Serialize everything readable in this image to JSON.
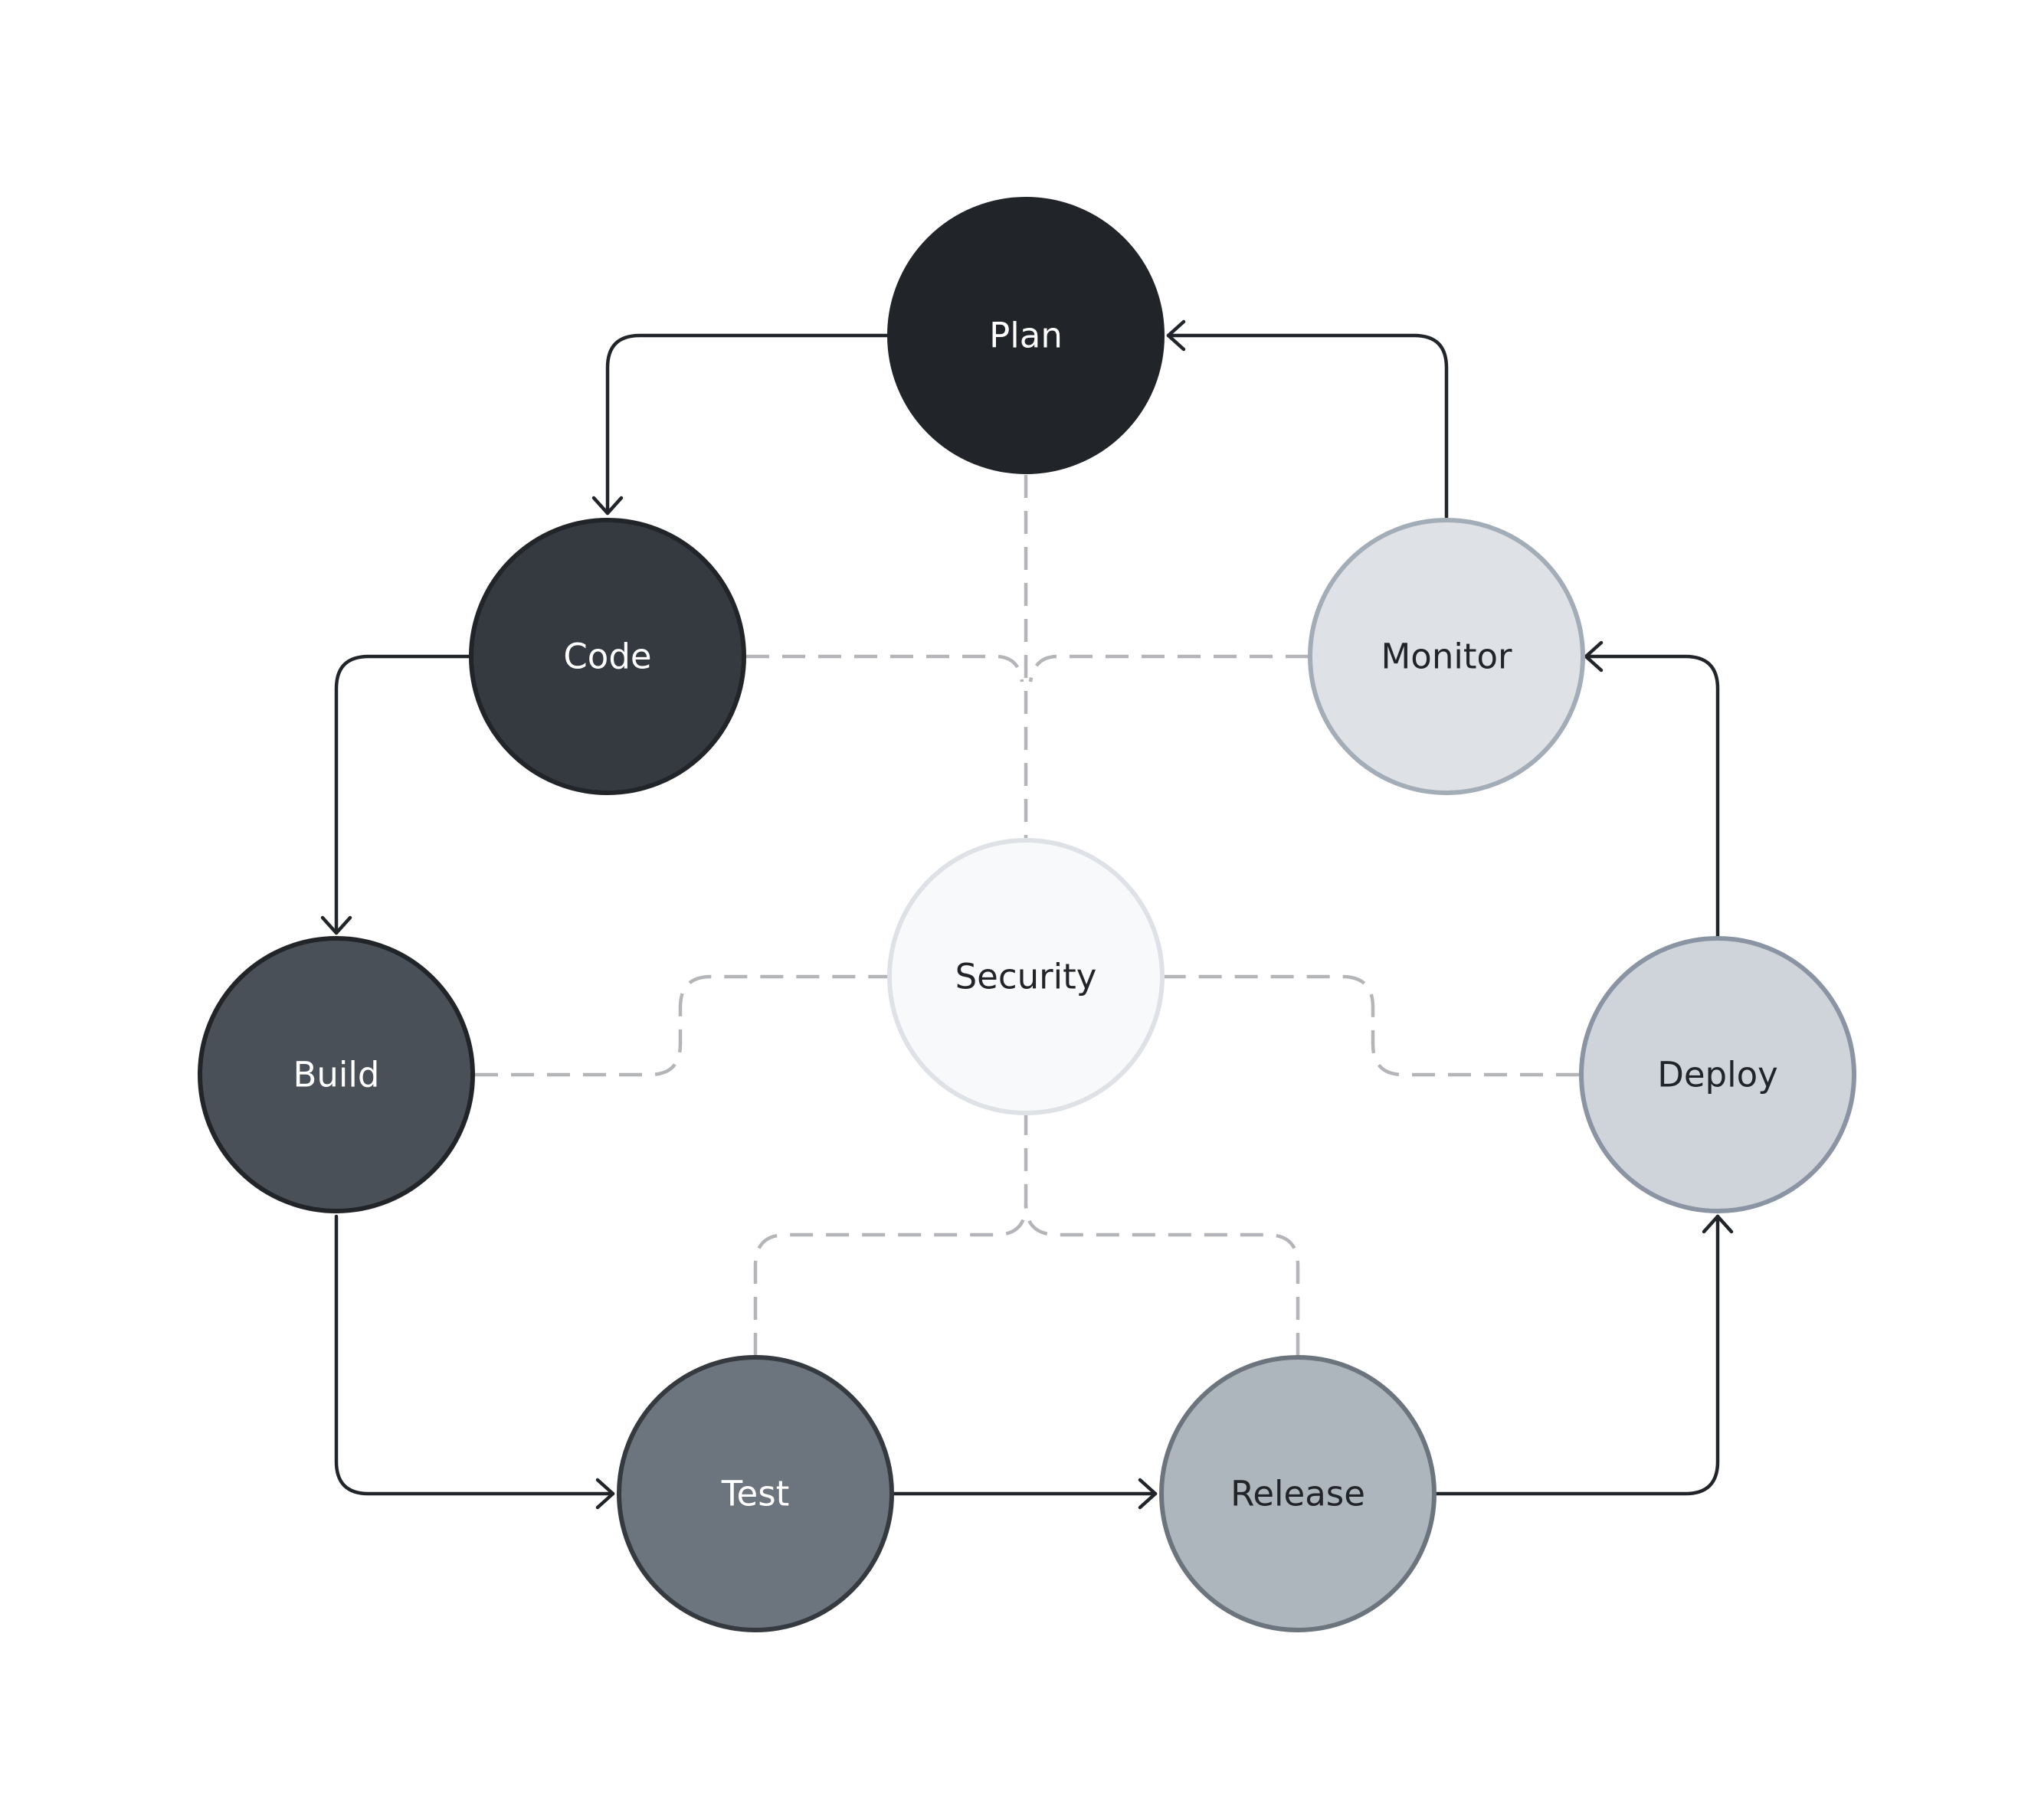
{
  "nodes": {
    "plan": {
      "label": "Plan",
      "fill": "#212428",
      "stroke": "#212428",
      "text": "#ffffff"
    },
    "code": {
      "label": "Code",
      "fill": "#343a40",
      "stroke": "#212428",
      "text": "#ffffff"
    },
    "build": {
      "label": "Build",
      "fill": "#495057",
      "stroke": "#212428",
      "text": "#ffffff"
    },
    "test": {
      "label": "Test",
      "fill": "#6c757d",
      "stroke": "#343a40",
      "text": "#ffffff"
    },
    "release": {
      "label": "Release",
      "fill": "#adb5bd",
      "stroke": "#6c757d",
      "text": "#212428"
    },
    "deploy": {
      "label": "Deploy",
      "fill": "#ced4da",
      "stroke": "#8a94a3",
      "text": "#212428"
    },
    "monitor": {
      "label": "Monitor",
      "fill": "#dee2e6",
      "stroke": "#a3adb8",
      "text": "#212428"
    },
    "security": {
      "label": "Security",
      "fill": "#f8f9fa",
      "stroke": "#dee2e6",
      "text": "#212428"
    }
  },
  "colors": {
    "flow_line": "#212428",
    "dashed_line": "#b3b5b8",
    "background": "#ffffff"
  }
}
